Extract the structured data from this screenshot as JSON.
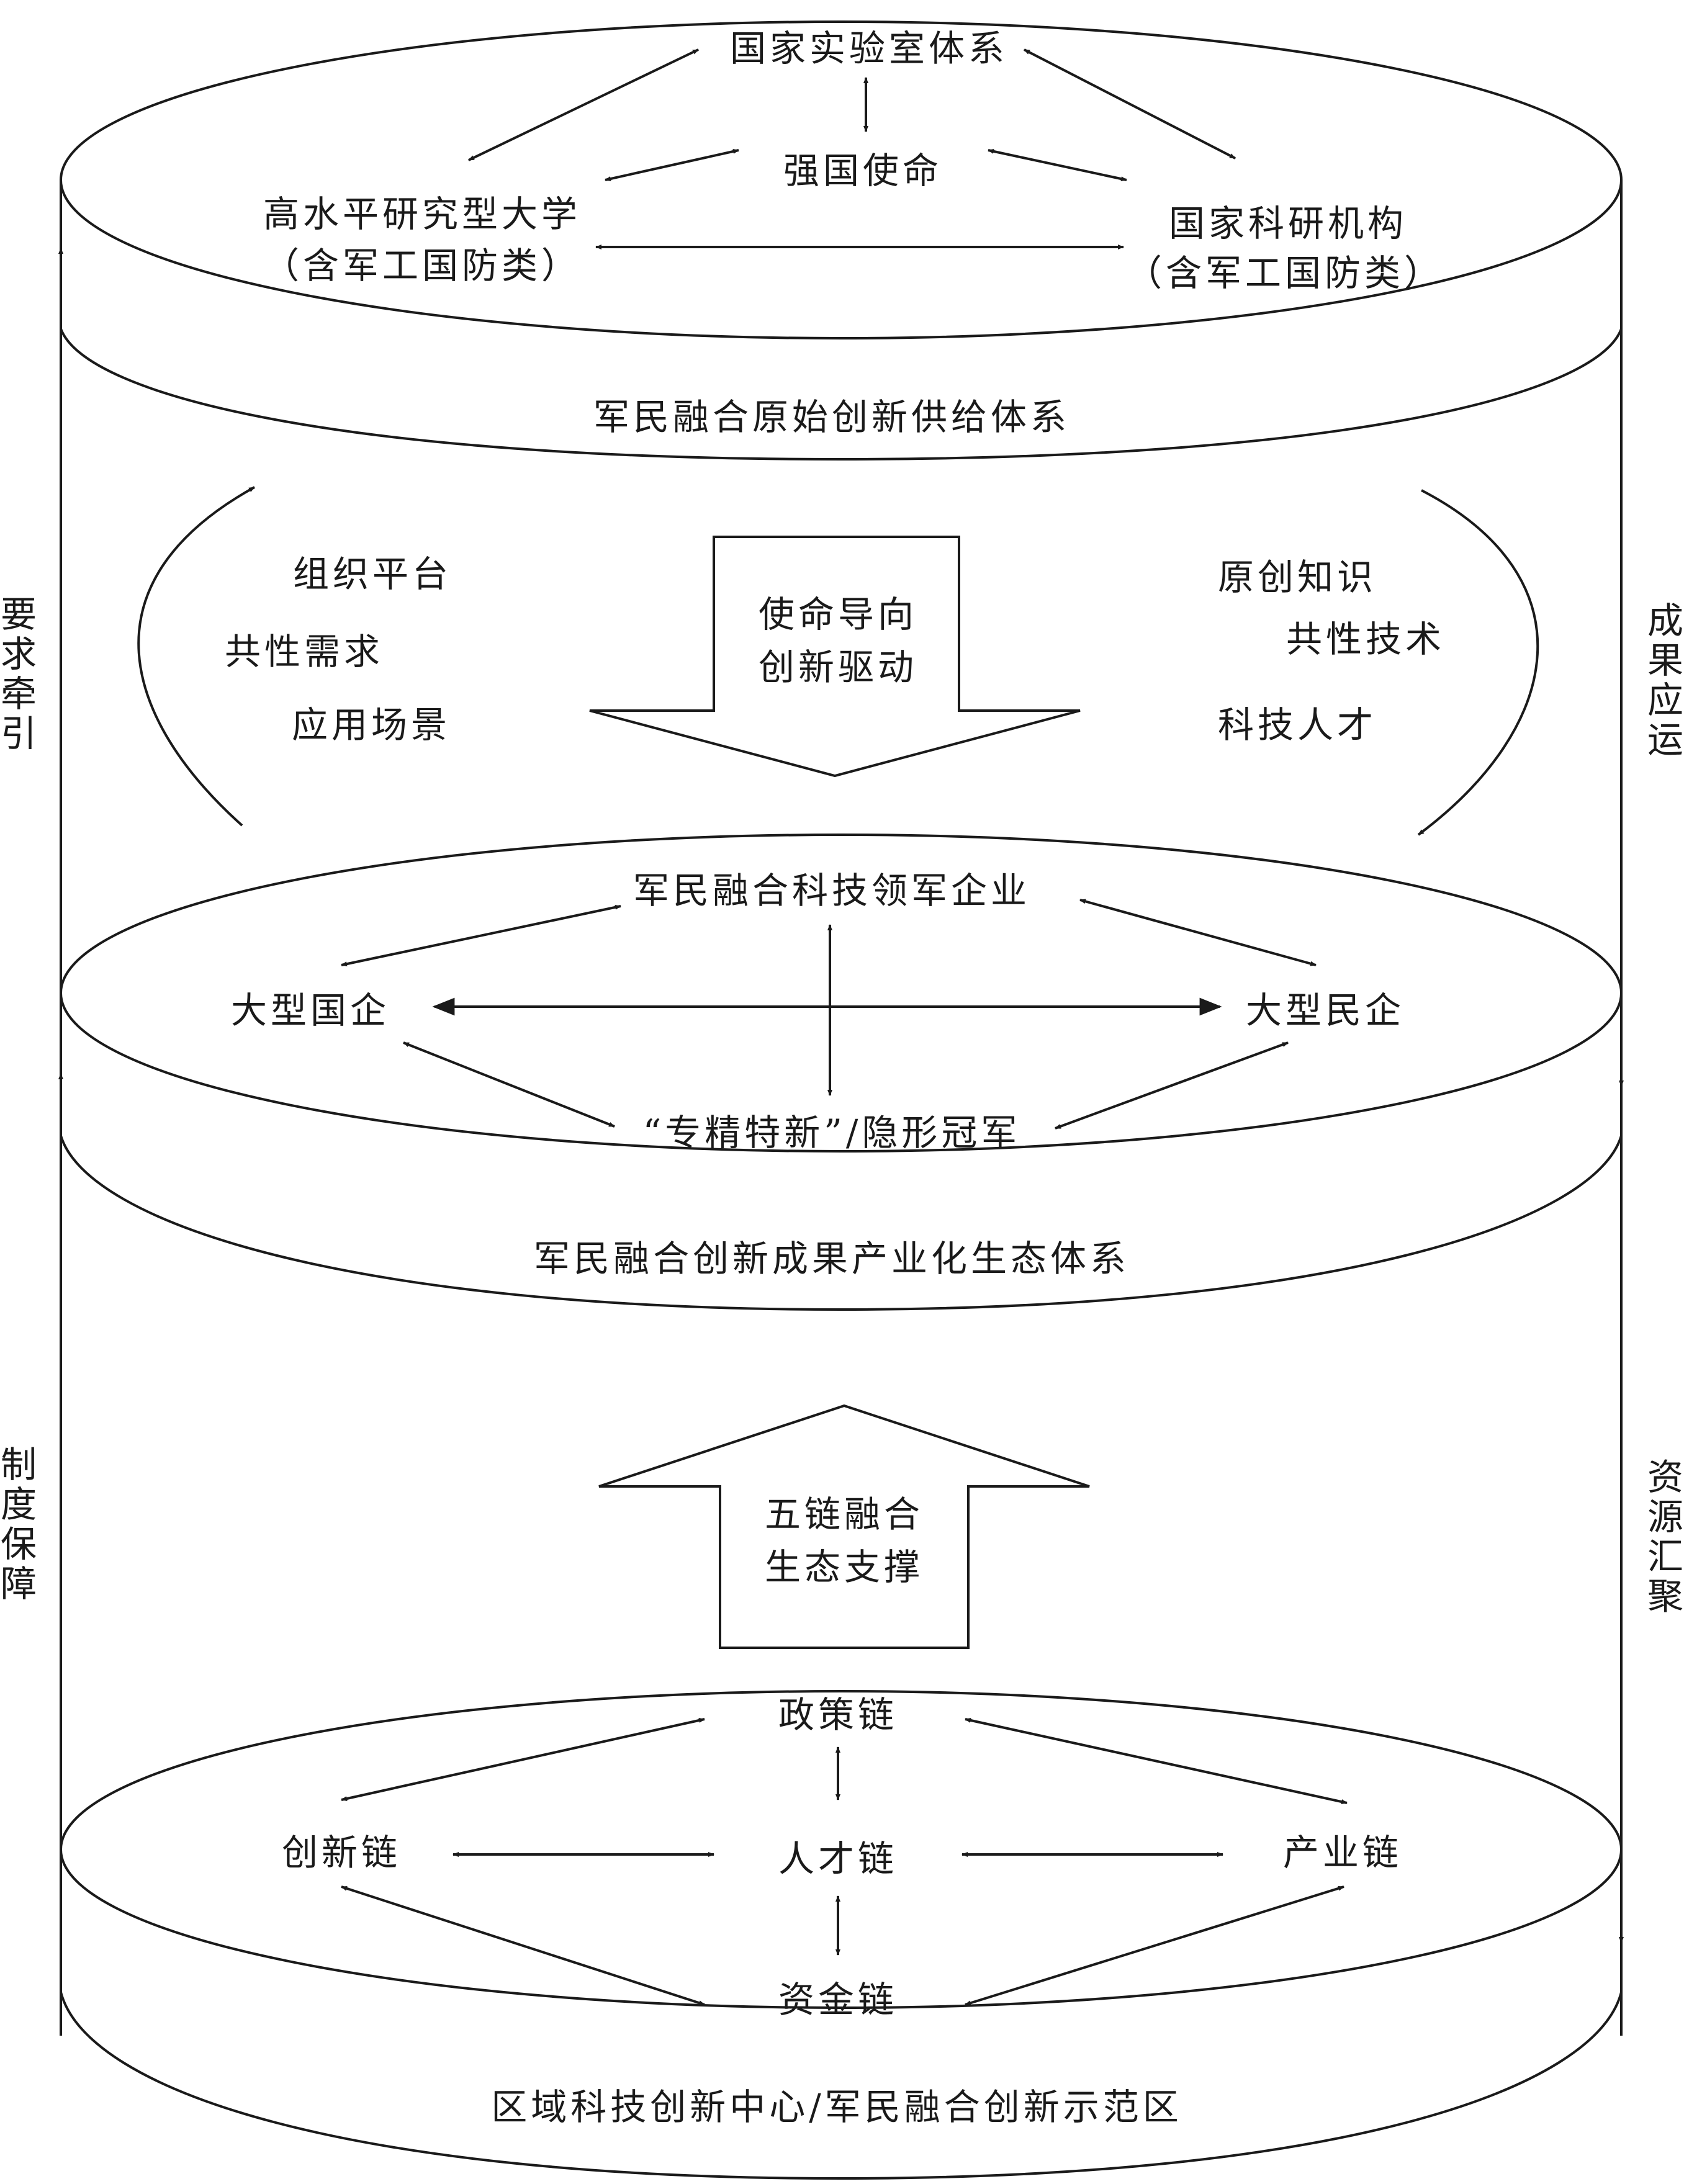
{
  "top_layer": {
    "lab_system": "国家实验室体系",
    "mission": "强国使命",
    "university_line1": "高水平研究型大学",
    "university_line2": "（含军工国防类）",
    "institute_line1": "国家科研机构",
    "institute_line2": "（含军工国防类）",
    "caption": "军民融合原始创新供给体系"
  },
  "down_arrow": {
    "line1": "使命导向",
    "line2": "创新驱动"
  },
  "left_demand": {
    "item1": "组织平台",
    "item2": "共性需求",
    "item3": "应用场景"
  },
  "right_supply": {
    "item1": "原创知识",
    "item2": "共性技术",
    "item3": "科技人才"
  },
  "middle_layer": {
    "leader": "军民融合科技领军企业",
    "soe": "大型国企",
    "private": "大型民企",
    "specialized": "“专精特新”/隐形冠军",
    "caption": "军民融合创新成果产业化生态体系"
  },
  "up_arrow": {
    "line1": "五链融合",
    "line2": "生态支撑"
  },
  "bottom_layer": {
    "policy": "政策链",
    "innovation": "创新链",
    "talent": "人才链",
    "industry": "产业链",
    "capital": "资金链",
    "caption": "区域科技创新中心/军民融合创新示范区"
  },
  "side_labels": {
    "left_top": "要求牵引",
    "left_bottom": "制度保障",
    "right_top": "成果应运",
    "right_bottom": "资源汇聚"
  }
}
